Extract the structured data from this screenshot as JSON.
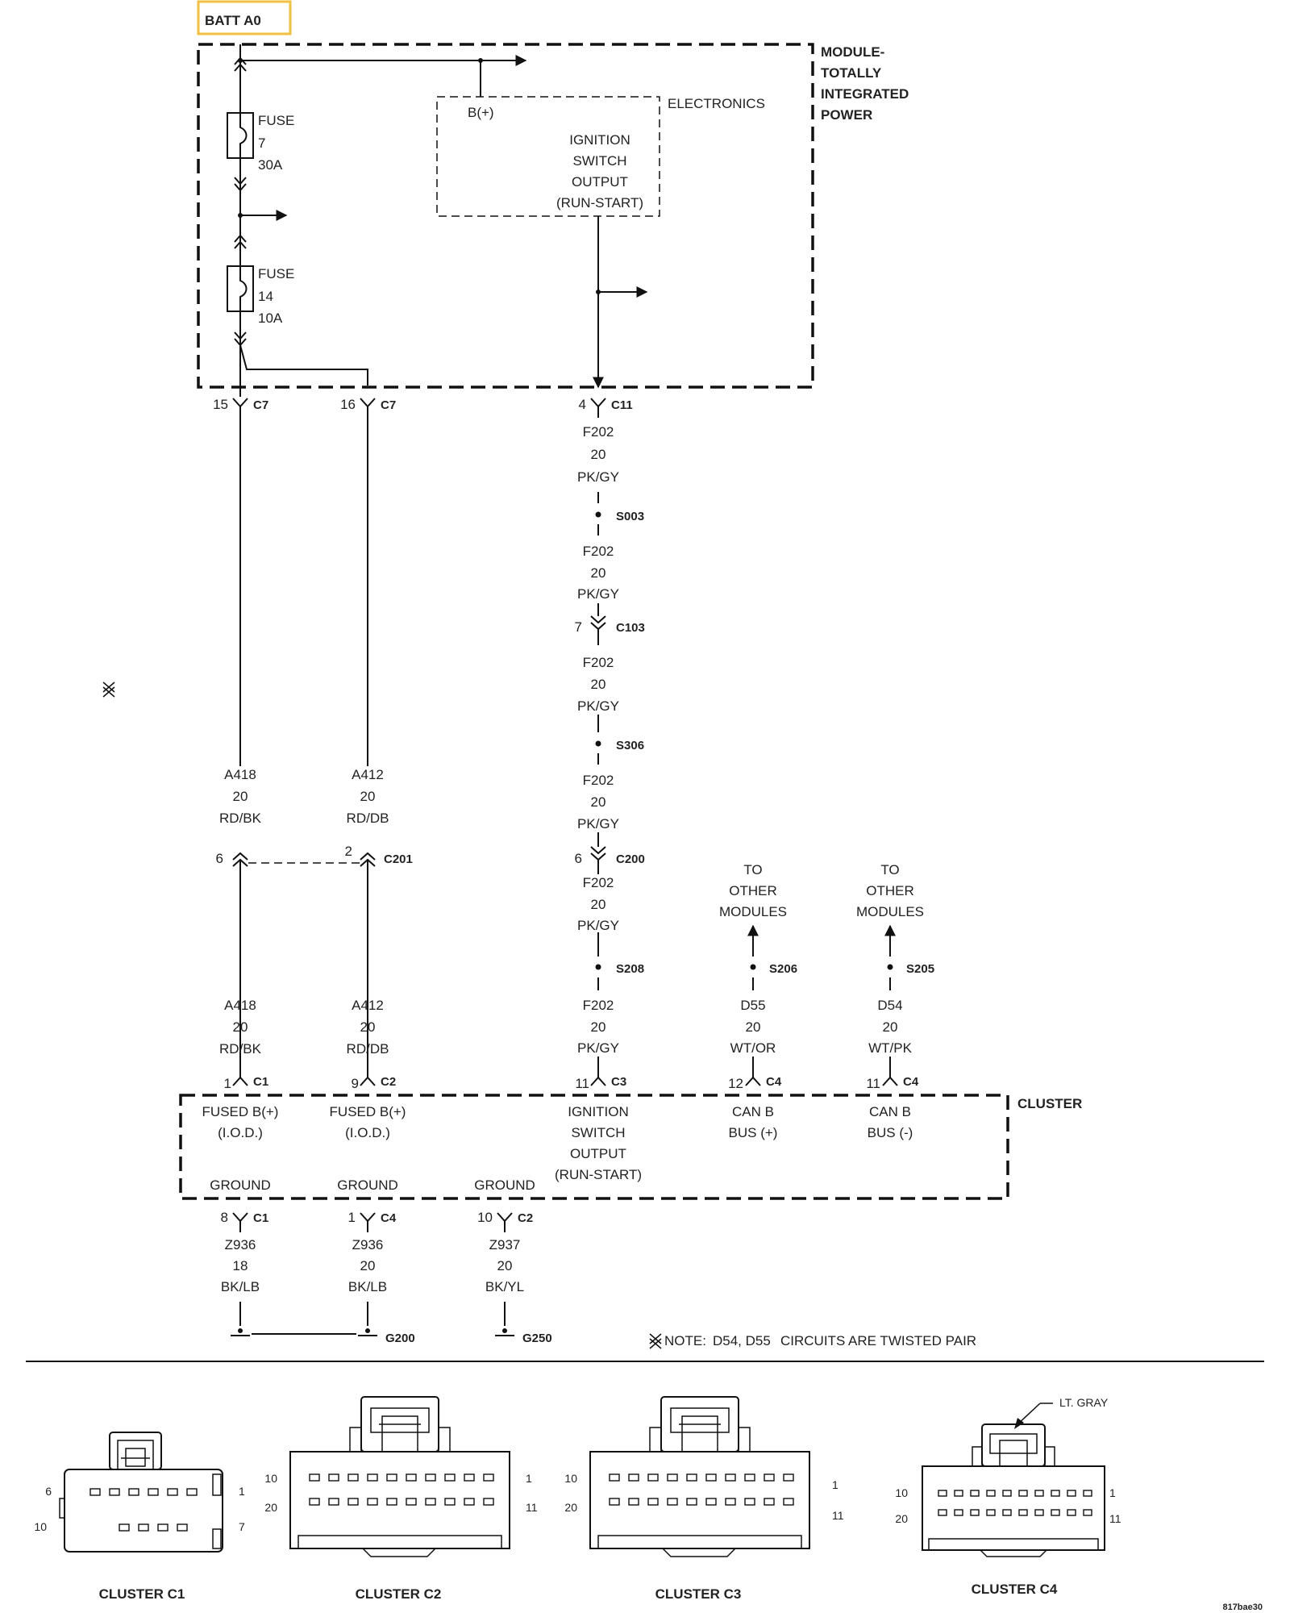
{
  "title_tag": "BATT A0",
  "tipm": {
    "name_lines": [
      "MODULE-",
      "TOTALLY",
      "INTEGRATED",
      "POWER"
    ]
  },
  "electronics": {
    "label": "ELECTRONICS",
    "bplus": "B(+)",
    "lines": [
      "IGNITION",
      "SWITCH",
      "OUTPUT",
      "(RUN-START)"
    ]
  },
  "fuses": [
    {
      "label": "FUSE",
      "number": "7",
      "rating": "30A"
    },
    {
      "label": "FUSE",
      "number": "14",
      "rating": "10A"
    }
  ],
  "connectors": {
    "c7a": {
      "pin": "15",
      "name": "C7"
    },
    "c7b": {
      "pin": "16",
      "name": "C7"
    },
    "c11": {
      "pin": "4",
      "name": "C11"
    },
    "c103": {
      "pin": "7",
      "name": "C103"
    },
    "c201a": {
      "pin": "6"
    },
    "c201b": {
      "pin": "2",
      "name": "C201"
    },
    "c200": {
      "pin": "6",
      "name": "C200"
    },
    "c1top": {
      "pin": "1",
      "name": "C1"
    },
    "c2top": {
      "pin": "9",
      "name": "C2"
    },
    "c3top": {
      "pin": "11",
      "name": "C3"
    },
    "c4top1": {
      "pin": "12",
      "name": "C4"
    },
    "c4top2": {
      "pin": "11",
      "name": "C4"
    },
    "c1bot": {
      "pin": "8",
      "name": "C1"
    },
    "c4bot": {
      "pin": "1",
      "name": "C4"
    },
    "c2bot": {
      "pin": "10",
      "name": "C2"
    }
  },
  "splices": [
    "S003",
    "S306",
    "S208",
    "S206",
    "S205"
  ],
  "wires": {
    "f202": {
      "code": "F202",
      "gauge": "20",
      "color": "PK/GY"
    },
    "a418": {
      "code": "A418",
      "gauge": "20",
      "color": "RD/BK"
    },
    "a412": {
      "code": "A412",
      "gauge": "20",
      "color": "RD/DB"
    },
    "d55": {
      "code": "D55",
      "gauge": "20",
      "color": "WT/OR"
    },
    "d54": {
      "code": "D54",
      "gauge": "20",
      "color": "WT/PK"
    },
    "z936a": {
      "code": "Z936",
      "gauge": "18",
      "color": "BK/LB"
    },
    "z936b": {
      "code": "Z936",
      "gauge": "20",
      "color": "BK/LB"
    },
    "z937": {
      "code": "Z937",
      "gauge": "20",
      "color": "BK/YL"
    }
  },
  "to_other_modules": [
    "TO",
    "OTHER",
    "MODULES"
  ],
  "cluster": {
    "name": "CLUSTER",
    "fused_bplus": [
      "FUSED B(+)",
      "(I.O.D.)"
    ],
    "ignition": [
      "IGNITION",
      "SWITCH",
      "OUTPUT",
      "(RUN-START)"
    ],
    "canb_pos": [
      "CAN B",
      "BUS (+)"
    ],
    "canb_neg": [
      "CAN B",
      "BUS (-)"
    ],
    "ground": "GROUND"
  },
  "grounds": [
    "G200",
    "G250"
  ],
  "note": {
    "prefix": "NOTE:",
    "circuits": "D54, D55",
    "text": "CIRCUITS ARE TWISTED PAIR"
  },
  "connector_views": [
    {
      "label": "CLUSTER C1",
      "pins": [
        "6",
        "1",
        "10",
        "7"
      ]
    },
    {
      "label": "CLUSTER C2",
      "pins": [
        "10",
        "1",
        "20",
        "11"
      ]
    },
    {
      "label": "CLUSTER C3",
      "pins": [
        "10",
        "1",
        "20",
        "11"
      ]
    },
    {
      "label": "CLUSTER C4",
      "pins": [
        "10",
        "1",
        "20",
        "11"
      ],
      "callout": "LT. GRAY"
    }
  ],
  "doc_id": "817bae30"
}
